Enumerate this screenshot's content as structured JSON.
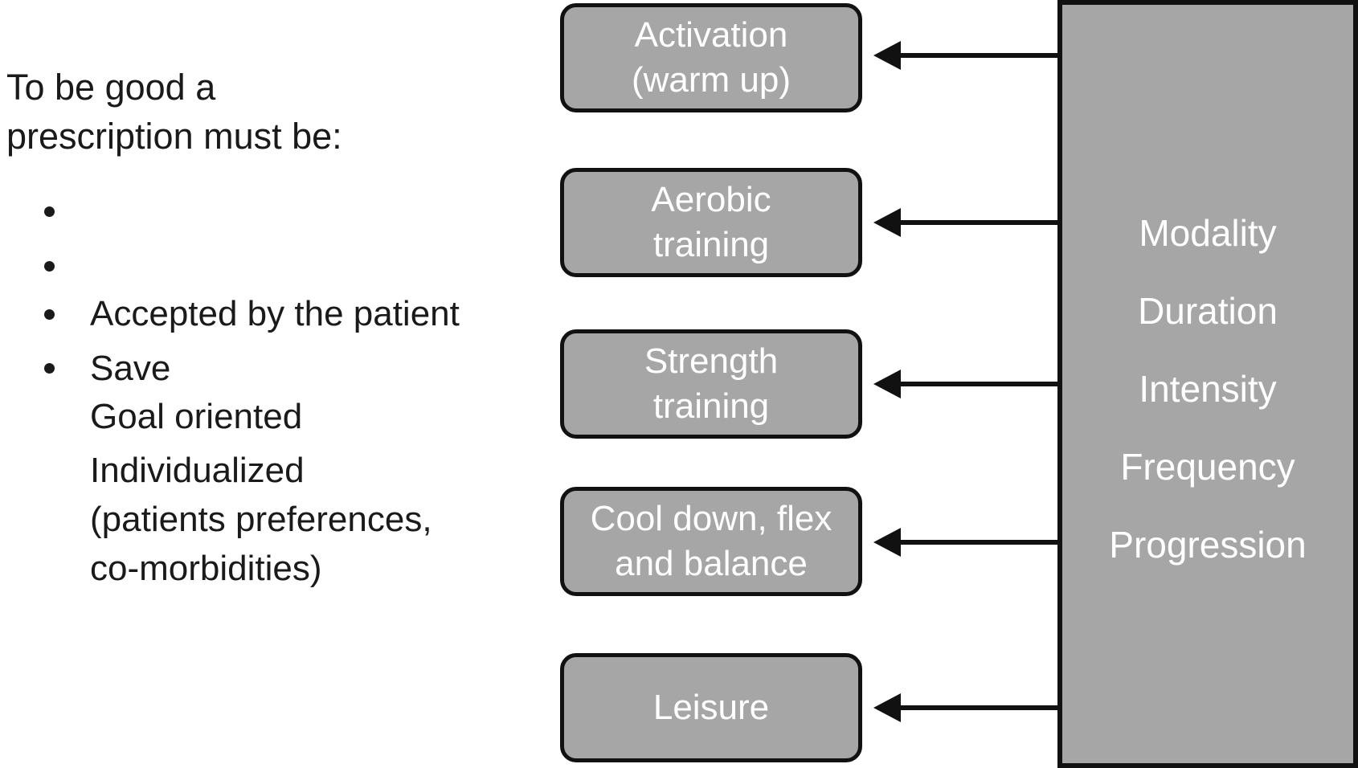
{
  "colors": {
    "background": "#ffffff",
    "box_fill": "#a6a6a6",
    "box_border": "#111111",
    "panel_fill": "#a6a6a6",
    "panel_border": "#111111",
    "arrow": "#111111",
    "text_dark": "#1a1a1a",
    "text_light": "#ffffff"
  },
  "left_note": {
    "heading": "To be good a\nprescription must be:",
    "bullets": [
      "Accepted by the patient",
      "Save",
      "Goal oriented",
      "Individualized\n(patients preferences,\nco-morbidities)"
    ]
  },
  "boxes": [
    {
      "label": "Activation\n(warm up)"
    },
    {
      "label": "Aerobic\ntraining"
    },
    {
      "label": "Strength\ntraining"
    },
    {
      "label": "Cool down, flex\nand balance"
    },
    {
      "label": "Leisure"
    }
  ],
  "panel": {
    "items": [
      "Modality",
      "Duration",
      "Intensity",
      "Frequency",
      "Progression"
    ]
  }
}
